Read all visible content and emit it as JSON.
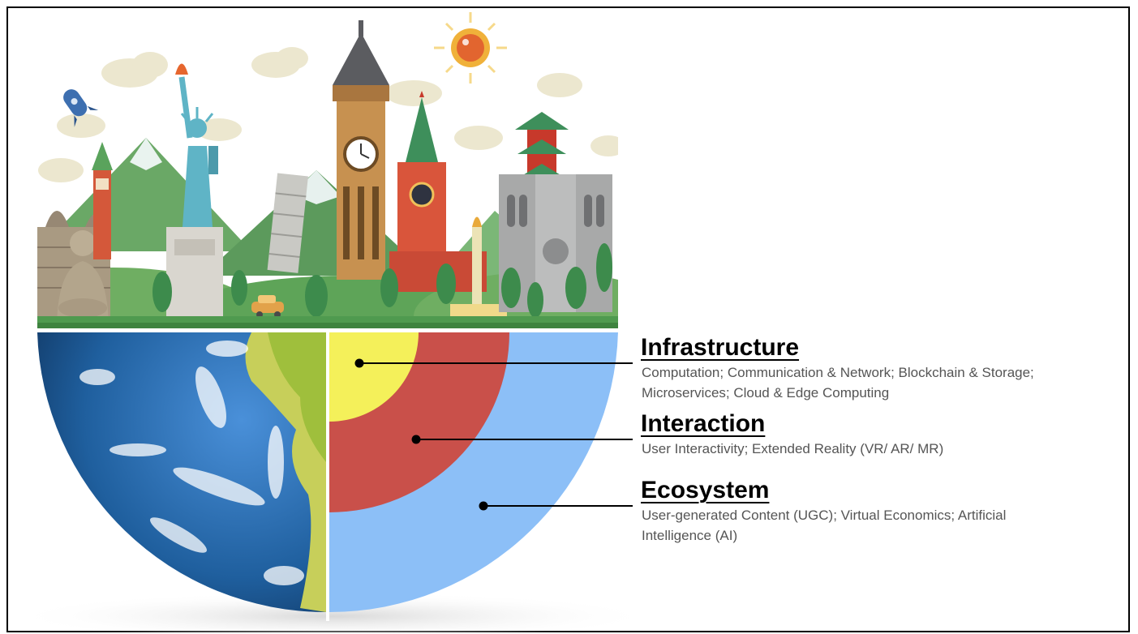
{
  "diagram": {
    "layers": [
      {
        "title": "Infrastructure",
        "description": "Computation; Communication & Network; Blockchain & Storage; Microservices; Cloud & Edge Computing",
        "color": "#f4f05a"
      },
      {
        "title": "Interaction",
        "description": "User Interactivity; Extended Reality (VR/ AR/ MR)",
        "color": "#c9504a"
      },
      {
        "title": "Ecosystem",
        "description": "User-generated Content (UGC); Virtual Economics; Artificial Intelligence (AI)",
        "color": "#8cbff7"
      }
    ],
    "illustration": {
      "sky_color": "#ffffff",
      "ground_color": "#4f9a4f",
      "ocean_color": "#1f5f9e",
      "land_color": "#c7cf5a"
    }
  }
}
